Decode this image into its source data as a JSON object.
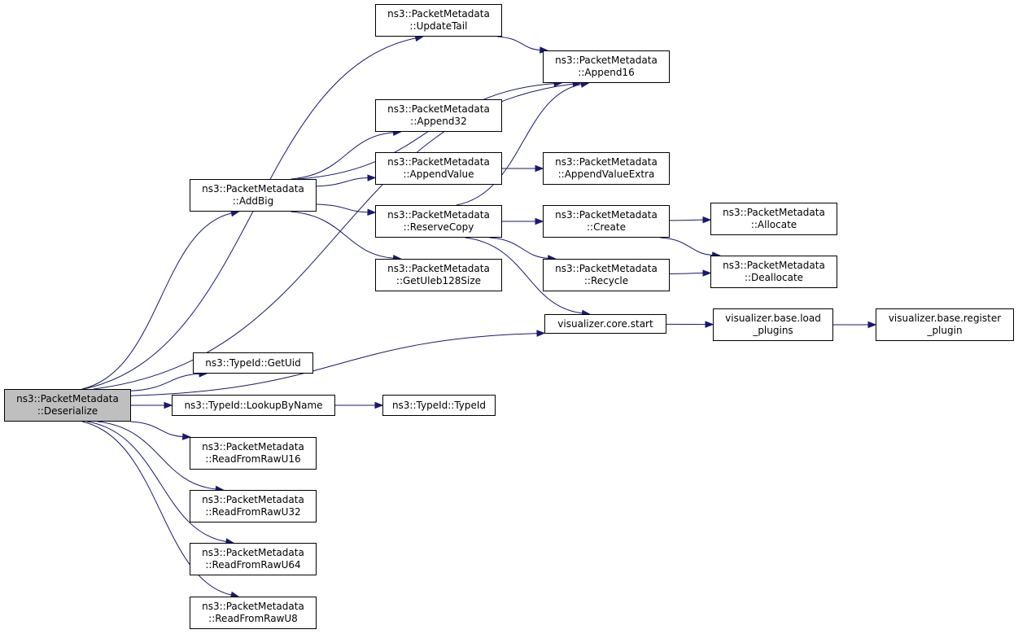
{
  "nodes": {
    "deserialize": {
      "l1": "ns3::PacketMetadata",
      "l2": "::Deserialize"
    },
    "updatetail": {
      "l1": "ns3::PacketMetadata",
      "l2": "::UpdateTail"
    },
    "append16": {
      "l1": "ns3::PacketMetadata",
      "l2": "::Append16"
    },
    "append32": {
      "l1": "ns3::PacketMetadata",
      "l2": "::Append32"
    },
    "appendvalue": {
      "l1": "ns3::PacketMetadata",
      "l2": "::AppendValue"
    },
    "appendvalueextra": {
      "l1": "ns3::PacketMetadata",
      "l2": "::AppendValueExtra"
    },
    "addbig": {
      "l1": "ns3::PacketMetadata",
      "l2": "::AddBig"
    },
    "reservecopy": {
      "l1": "ns3::PacketMetadata",
      "l2": "::ReserveCopy"
    },
    "create": {
      "l1": "ns3::PacketMetadata",
      "l2": "::Create"
    },
    "allocate": {
      "l1": "ns3::PacketMetadata",
      "l2": "::Allocate"
    },
    "getuleb": {
      "l1": "ns3::PacketMetadata",
      "l2": "::GetUleb128Size"
    },
    "recycle": {
      "l1": "ns3::PacketMetadata",
      "l2": "::Recycle"
    },
    "deallocate": {
      "l1": "ns3::PacketMetadata",
      "l2": "::Deallocate"
    },
    "corestart": {
      "l1": "visualizer.core.start"
    },
    "loadplugins": {
      "l1": "visualizer.base.load",
      "l2": "_plugins"
    },
    "registerplugin": {
      "l1": "visualizer.base.register",
      "l2": "_plugin"
    },
    "getuid": {
      "l1": "ns3::TypeId::GetUid"
    },
    "lookupbyname": {
      "l1": "ns3::TypeId::LookupByName"
    },
    "typeid": {
      "l1": "ns3::TypeId::TypeId"
    },
    "readu16": {
      "l1": "ns3::PacketMetadata",
      "l2": "::ReadFromRawU16"
    },
    "readu32": {
      "l1": "ns3::PacketMetadata",
      "l2": "::ReadFromRawU32"
    },
    "readu64": {
      "l1": "ns3::PacketMetadata",
      "l2": "::ReadFromRawU64"
    },
    "readu8": {
      "l1": "ns3::PacketMetadata",
      "l2": "::ReadFromRawU8"
    }
  },
  "edges": [
    [
      "deserialize",
      "updatetail"
    ],
    [
      "deserialize",
      "append16"
    ],
    [
      "deserialize",
      "addbig"
    ],
    [
      "deserialize",
      "corestart"
    ],
    [
      "deserialize",
      "getuid"
    ],
    [
      "deserialize",
      "lookupbyname"
    ],
    [
      "deserialize",
      "readu16"
    ],
    [
      "deserialize",
      "readu32"
    ],
    [
      "deserialize",
      "readu64"
    ],
    [
      "deserialize",
      "readu8"
    ],
    [
      "updatetail",
      "append16"
    ],
    [
      "addbig",
      "append16"
    ],
    [
      "addbig",
      "append32"
    ],
    [
      "addbig",
      "appendvalue"
    ],
    [
      "addbig",
      "reservecopy"
    ],
    [
      "addbig",
      "getuleb"
    ],
    [
      "appendvalue",
      "appendvalueextra"
    ],
    [
      "reservecopy",
      "append16"
    ],
    [
      "reservecopy",
      "create"
    ],
    [
      "reservecopy",
      "recycle"
    ],
    [
      "reservecopy",
      "corestart"
    ],
    [
      "create",
      "allocate"
    ],
    [
      "create",
      "deallocate"
    ],
    [
      "recycle",
      "deallocate"
    ],
    [
      "corestart",
      "loadplugins"
    ],
    [
      "loadplugins",
      "registerplugin"
    ],
    [
      "lookupbyname",
      "typeid"
    ]
  ],
  "colors": {
    "edge": "#191970",
    "root_fill": "#bfbfbf",
    "node_border": "#000000"
  }
}
